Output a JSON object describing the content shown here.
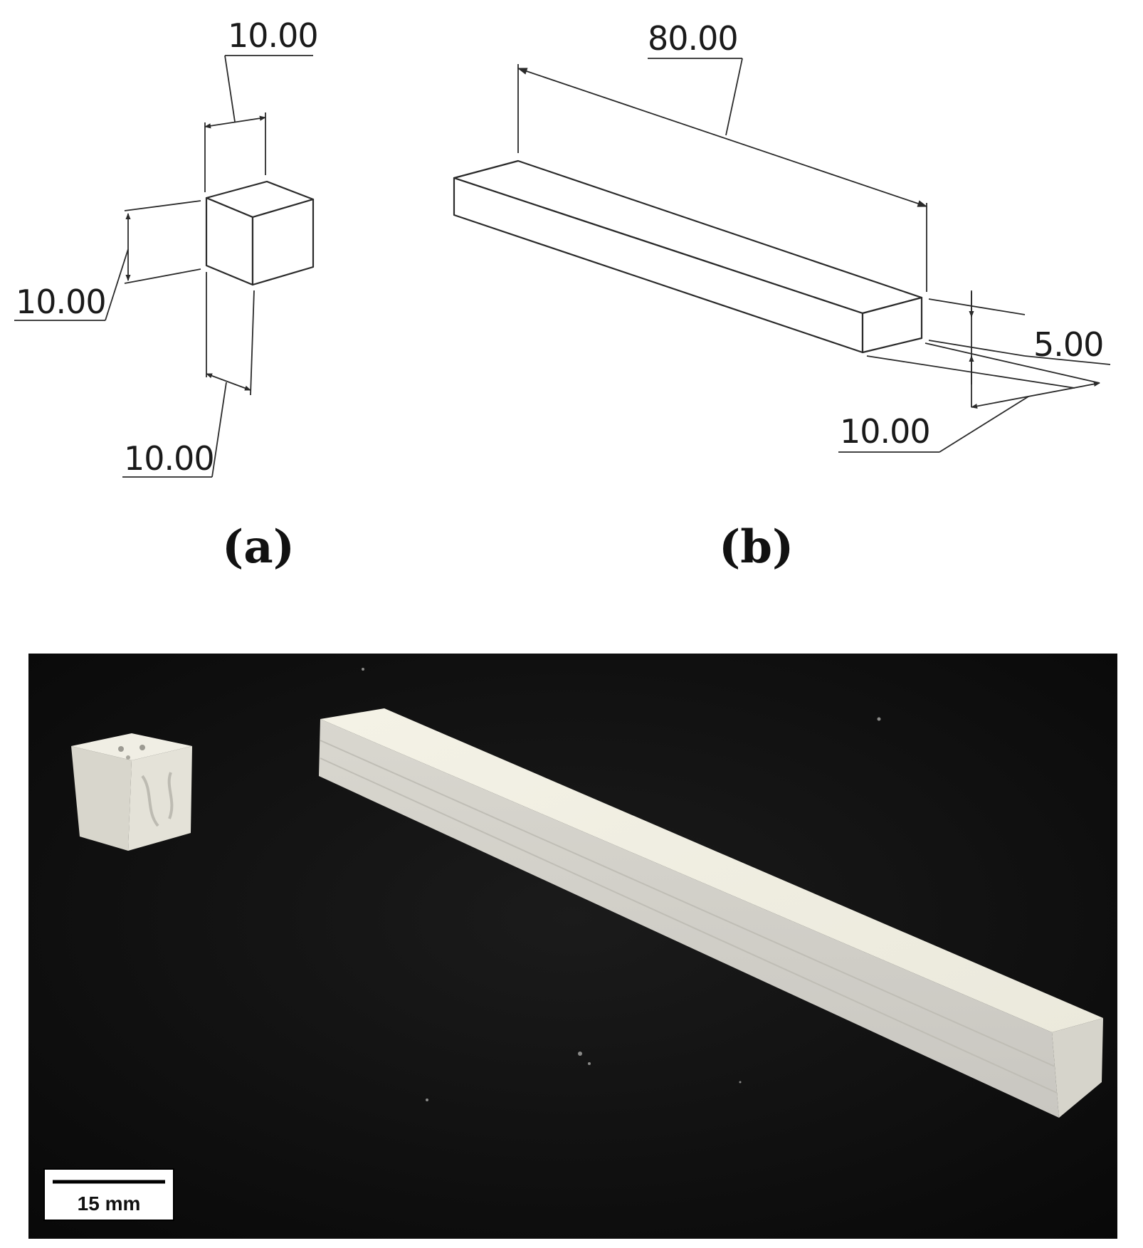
{
  "diagram_a": {
    "caption": "(a)",
    "dim_top": "10.00",
    "dim_left": "10.00",
    "dim_bottom": "10.00"
  },
  "diagram_b": {
    "caption": "(b)",
    "dim_length": "80.00",
    "dim_height": "5.00",
    "dim_width": "10.00"
  },
  "photo": {
    "scale_bar_label": "15 mm"
  },
  "colors": {
    "photo_background": "#101010",
    "specimen": "#f1efe4",
    "line": "#2a2a2a"
  }
}
